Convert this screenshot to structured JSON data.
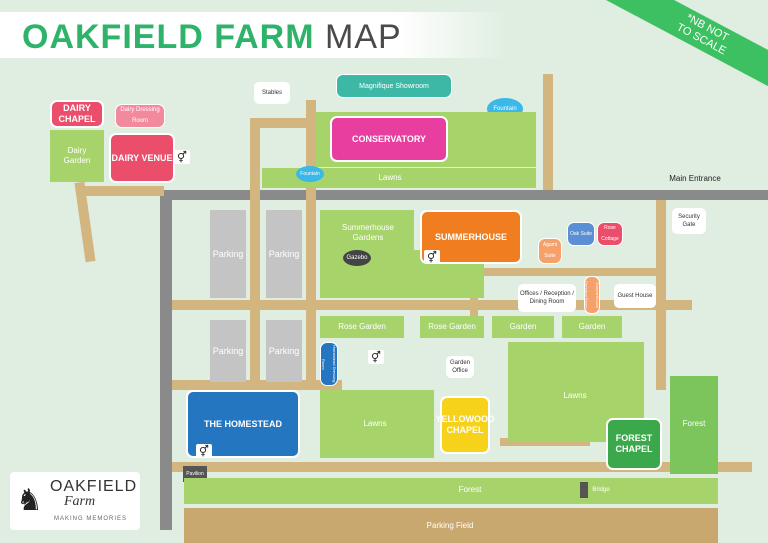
{
  "header": {
    "title_main": "OAKFIELD FARM",
    "title_map": "MAP"
  },
  "ribbon": {
    "line1": "*NB NOT",
    "line2": "TO SCALE"
  },
  "venues": {
    "dairy_chapel": "DAIRY CHAPEL",
    "dairy_dressing": "Dairy Dressing Room",
    "dairy_garden": "Dairy Garden",
    "dairy_venue": "DAIRY VENUE",
    "stables": "Stables",
    "showroom": "Magnifique Showroom",
    "fountain_1": "Fountain",
    "fountain_2": "Fountain",
    "conservatory": "CONSERVATORY",
    "lawns_top": "Lawns",
    "main_entrance": "Main Entrance",
    "summerhouse_gardens": "Summerhouse Gardens",
    "gazebo": "Gazebo",
    "summerhouse": "SUMMERHOUSE",
    "oak_suite": "Oak Suite",
    "rose_cottage": "Rose Cottage",
    "agami_suite": "Agami Suite",
    "security_gate": "Security Gate",
    "offices": "Offices / Reception / Dining Room",
    "summerhouse_dressing": "Summerhouse Dressing Room",
    "guest_house": "Guest House",
    "parking_1": "Parking",
    "parking_2": "Parking",
    "parking_3": "Parking",
    "parking_4": "Parking",
    "rose_garden_1": "Rose Garden",
    "rose_garden_2": "Rose Garden",
    "garden_1": "Garden",
    "garden_2": "Garden",
    "homestead_dressing": "Homestead Dressing Room",
    "garden_office": "Garden Office",
    "lawns_right": "Lawns",
    "lawns_mid": "Lawns",
    "homestead": "THE HOMESTEAD",
    "yellowwood": "YELLOWOOD CHAPEL",
    "forest_chapel": "FOREST CHAPEL",
    "forest_right": "Forest",
    "pavilion": "Pavilion",
    "forest_bottom": "Forest",
    "bridge": "Bridge",
    "parking_field": "Parking Field"
  },
  "logo": {
    "name": "OAKFIELD",
    "script": "Farm",
    "tagline": "MAKING MEMORIES"
  },
  "colors": {
    "pink": "#ea4e6b",
    "magenta": "#e83ea0",
    "teal": "#3eb8a6",
    "orange": "#f07d1f",
    "blue": "#2476c0",
    "yellow": "#f7d21b",
    "green": "#3aa84b",
    "cyan": "#3ab8e8"
  }
}
